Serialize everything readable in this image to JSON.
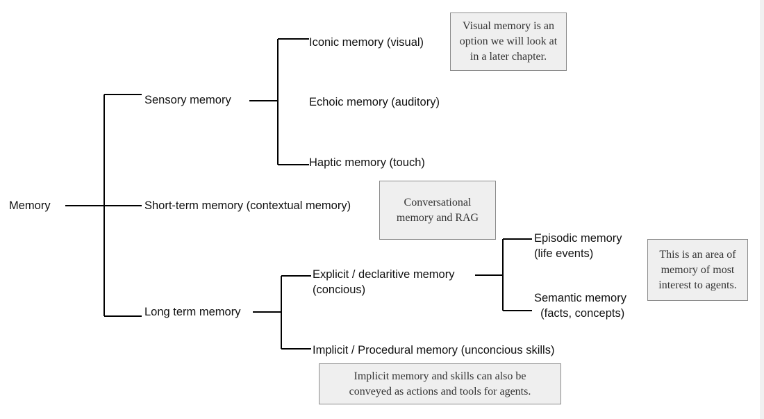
{
  "nodes": {
    "memory": "Memory",
    "sensory": "Sensory memory",
    "short_term": "Short-term memory (contextual memory)",
    "long_term": "Long term memory",
    "iconic": "Iconic memory (visual)",
    "echoic": "Echoic memory (auditory)",
    "haptic": "Haptic memory (touch)",
    "explicit": "Explicit / declaritive memory\n(concious)",
    "implicit": "Implicit / Procedural memory (unconcious skills)",
    "episodic": "Episodic memory\n(life events)",
    "semantic": "Semantic memory\n  (facts, concepts)"
  },
  "notes": {
    "visual": "Visual memory is an\noption we will look at\nin a later chapter.",
    "conversational": "Conversational\nmemory and RAG",
    "agents": "This is an area of\nmemory of most\ninterest to agents.",
    "implicit": "Implicit memory and skills can also be\nconveyed as actions and tools for agents."
  },
  "style": {
    "line_color": "#000000",
    "note_fill": "#efefef",
    "note_border": "#8a8a8a"
  }
}
